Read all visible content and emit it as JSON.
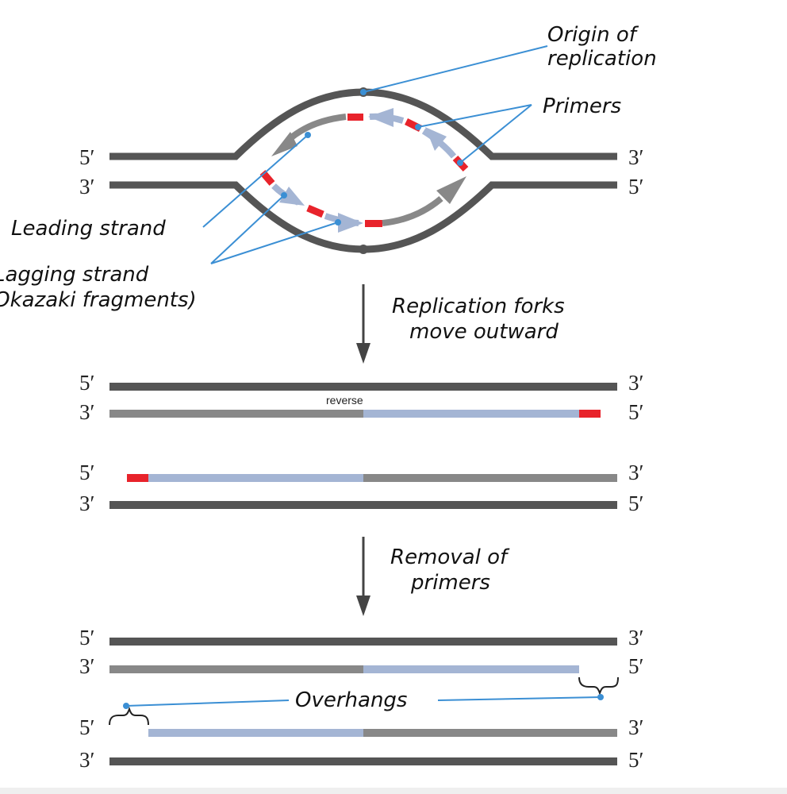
{
  "labels": {
    "origin": [
      "Origin of",
      "replication"
    ],
    "primers": "Primers",
    "leading": "Leading strand",
    "lagging": [
      "Lagging strand",
      "(Okazaki fragments)"
    ],
    "step1": [
      "Replication forks",
      "move outward"
    ],
    "step2": [
      "Removal of",
      "primers"
    ],
    "reverse": "reverse",
    "overhangs": "Overhangs"
  },
  "ends": {
    "five": "5′",
    "three": "3′"
  },
  "colors": {
    "parent": "#555555",
    "new_strand": "#888888",
    "okazaki": "#a4b5d4",
    "primer": "#e8232b",
    "pointer": "#3b8fd4"
  }
}
